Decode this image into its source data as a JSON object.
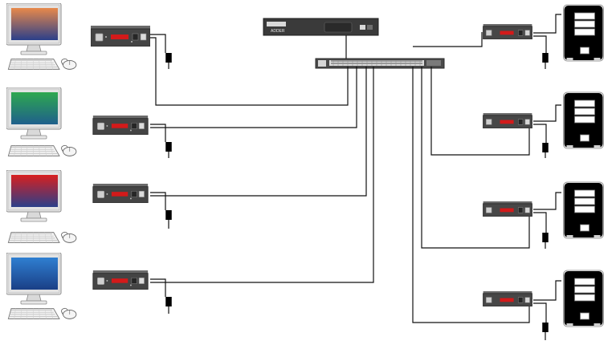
{
  "diagram": {
    "title": "",
    "workstations": [
      {
        "id": "ws-1",
        "screen_color_top": "#e8894a",
        "screen_color_bottom": "#2b3f8a"
      },
      {
        "id": "ws-2",
        "screen_color_top": "#2ea84f",
        "screen_color_bottom": "#1f5f8c"
      },
      {
        "id": "ws-3",
        "screen_color_top": "#d82020",
        "screen_color_bottom": "#2b3f8a"
      },
      {
        "id": "ws-4",
        "screen_color_top": "#2f7fd1",
        "screen_color_bottom": "#1a3f86"
      }
    ],
    "servers": [
      {
        "id": "srv-1",
        "color": "#2ea84f"
      },
      {
        "id": "srv-2",
        "color": "#e02222"
      },
      {
        "id": "srv-3",
        "color": "#2f74c8"
      },
      {
        "id": "srv-4",
        "color": "#ef8b3c"
      }
    ],
    "kvm_switch": {
      "label": "",
      "logo": "ADDER",
      "color": "#3a3a3a"
    },
    "network_switch": {
      "color": "#4a4a4a"
    },
    "colors": {
      "unit_body": "#444444",
      "unit_display": "#d31a1a",
      "wire": "#111111"
    }
  }
}
